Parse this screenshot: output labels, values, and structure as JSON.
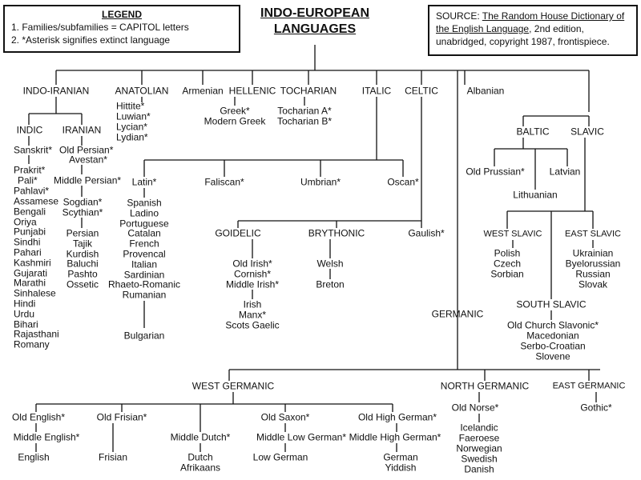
{
  "title": {
    "line1": "INDO-EUROPEAN",
    "line2": "LANGUAGES"
  },
  "legend": {
    "heading": "LEGEND",
    "item1": "1. Families/subfamilies = CAPITOL letters",
    "item2": "2. *Asterisk signifies extinct language"
  },
  "source": {
    "prefix": "SOURCE: ",
    "work": "The Random House Dictionary of the English Language",
    "rest": ", 2nd edition, unabridged, copyright 1987, frontispiece."
  },
  "nodes": {
    "indoiranian": "INDO-IRANIAN",
    "anatolian": "ANATOLIAN",
    "armenian": "Armenian",
    "hellenic": "HELLENIC",
    "tocharian": "TOCHARIAN",
    "italic": "ITALIC",
    "celtic": "CELTIC",
    "albanian": "Albanian",
    "hittite": "Hittite*",
    "luwian": "Luwian*",
    "lycian": "Lycian*",
    "lydian": "Lydian*",
    "greek": "Greek*",
    "moderngreek": "Modern Greek",
    "tochA": "Tocharian A*",
    "tochB": "Tocharian B*",
    "indic": "INDIC",
    "iranian": "IRANIAN",
    "sanskrit": "Sanskrit*",
    "oldpersian": "Old Persian*",
    "avestan": "Avestan*",
    "prakrit": "Prakrit*",
    "pali": "Pali*",
    "pahlavi": "Pahlavi*",
    "middlepersian": "Middle Persian*",
    "sogdian": "Sogdian*",
    "scythian": "Scythian*",
    "latin": "Latin*",
    "faliscan": "Faliscan*",
    "umbrian": "Umbrian*",
    "oscan": "Oscan*",
    "bulgarian": "Bulgarian",
    "goidelic": "GOIDELIC",
    "brythonic": "BRYTHONIC",
    "gaulish": "Gaulish*",
    "oldirish": "Old Irish*",
    "cornish": "Cornish*",
    "middleirish": "Middle Irish*",
    "irish": "Irish",
    "manx": "Manx*",
    "scots": "Scots Gaelic",
    "welsh": "Welsh",
    "breton": "Breton",
    "germanic": "GERMANIC",
    "westgermanic": "WEST GERMANIC",
    "northgermanic": "NORTH GERMANIC",
    "eastgermanic": "EAST GERMANIC",
    "oldenglish": "Old English*",
    "middleenglish": "Middle English*",
    "english": "English",
    "oldfrisian": "Old Frisian*",
    "frisian": "Frisian",
    "middledutch": "Middle Dutch*",
    "dutch": "Dutch",
    "afrikaans": "Afrikaans",
    "oldsaxon": "Old Saxon*",
    "middlelowgerman": "Middle Low German*",
    "lowgerman": "Low German",
    "oldhighgerman": "Old High German*",
    "middlehighgerman": "Middle High German*",
    "german": "German",
    "yiddish": "Yiddish",
    "oldnorse": "Old Norse*",
    "gothic": "Gothic*",
    "baltic": "BALTIC",
    "slavic": "SLAVIC",
    "oldprussian": "Old Prussian*",
    "lithuanian": "Lithuanian",
    "latvian": "Latvian",
    "westslavic": "WEST SLAVIC",
    "eastslavic": "EAST SLAVIC",
    "southslavic": "SOUTH SLAVIC"
  },
  "lists": {
    "indic": [
      "Assamese",
      "Bengali",
      "Oriya",
      "Punjabi",
      "Sindhi",
      "Pahari",
      "Kashmiri",
      "Gujarati",
      "Marathi",
      "Sinhalese",
      "Hindi",
      "Urdu",
      "Bihari",
      "Rajasthani",
      "Romany"
    ],
    "iranian": [
      "Persian",
      "Tajik",
      "Kurdish",
      "Baluchi",
      "Pashto",
      "Ossetic"
    ],
    "romance": [
      "Spanish",
      "Ladino",
      "Portuguese",
      "Catalan",
      "French",
      "Provencal",
      "Italian",
      "Sardinian",
      "Rhaeto-Romanic",
      "Rumanian"
    ],
    "northgermanic": [
      "Icelandic",
      "Faeroese",
      "Norwegian",
      "Swedish",
      "Danish"
    ],
    "westslavic": [
      "Polish",
      "Czech",
      "Sorbian"
    ],
    "eastslavic": [
      "Ukrainian",
      "Byelorussian",
      "Russian",
      "Slovak"
    ],
    "southslavic": [
      "Old Church Slavonic*",
      "Macedonian",
      "Serbo-Croatian",
      "Slovene"
    ]
  }
}
